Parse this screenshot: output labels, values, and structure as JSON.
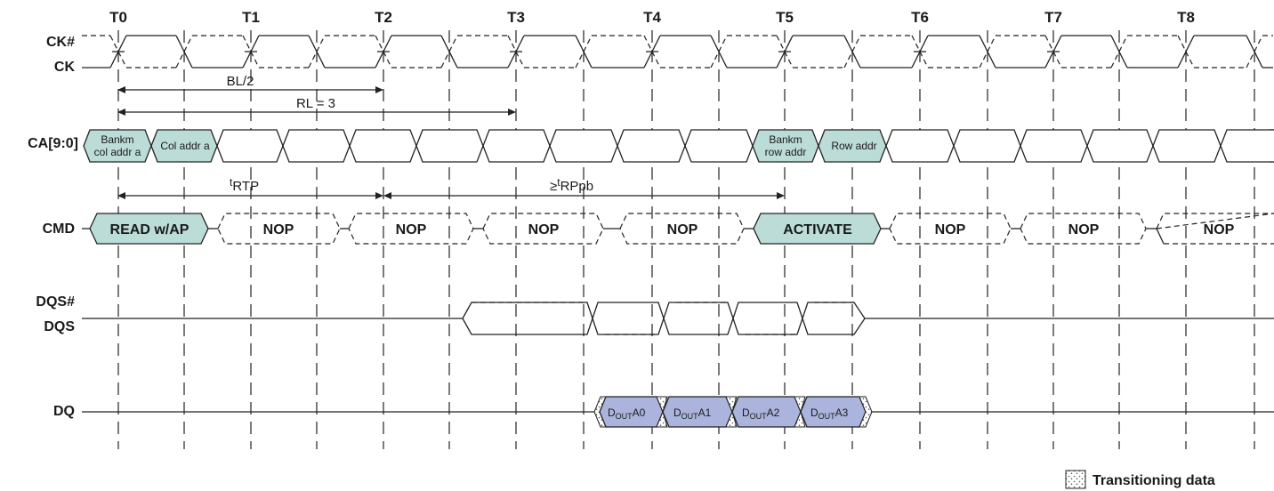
{
  "time_labels": [
    "T0",
    "T1",
    "T2",
    "T3",
    "T4",
    "T5",
    "T6",
    "T7",
    "T8"
  ],
  "signals": {
    "ck_bar": "CK#",
    "ck": "CK",
    "ca": "CA[9:0]",
    "cmd": "CMD",
    "dqs_bar": "DQS#",
    "dqs": "DQS",
    "dq": "DQ"
  },
  "timing": {
    "bl": "BL/2",
    "rl": "RL = 3",
    "rtp_t": "t",
    "rtp": "RTP",
    "rppb_prefix": "≥",
    "rppb_t": "t",
    "rppb": "RPpb"
  },
  "ca_cells": {
    "bankm_col_1": "Bankm",
    "bankm_col_2": "col addr a",
    "col_addr": "Col addr a",
    "bankm_row_1": "Bankm",
    "bankm_row_2": "row addr",
    "row_addr": "Row addr"
  },
  "commands": [
    "READ w/AP",
    "NOP",
    "NOP",
    "NOP",
    "NOP",
    "ACTIVATE",
    "NOP",
    "NOP",
    "NOP"
  ],
  "dq": [
    {
      "d": "D",
      "sub": "OUT",
      "tail": "A0"
    },
    {
      "d": "D",
      "sub": "OUT",
      "tail": "A1"
    },
    {
      "d": "D",
      "sub": "OUT",
      "tail": "A2"
    },
    {
      "d": "D",
      "sub": "OUT",
      "tail": "A3"
    }
  ],
  "legend": {
    "label": "Transitioning data"
  },
  "colors": {
    "command_fill": "#bcdcd8",
    "data_fill": "#aab4dc"
  }
}
